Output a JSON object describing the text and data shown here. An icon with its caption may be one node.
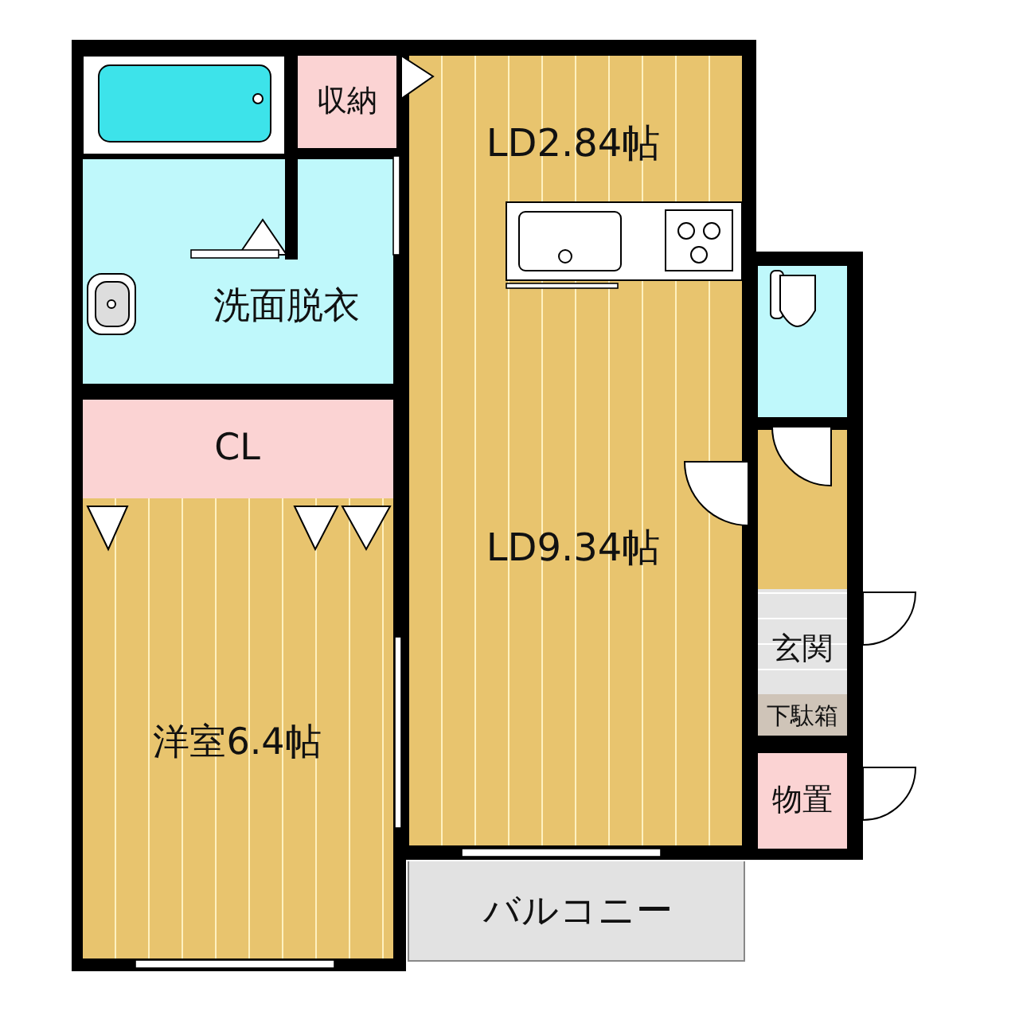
{
  "diagram": {
    "nodes": [
      {
        "text": [
          "収納"
        ]
      },
      {
        "text": [
          "LD2.84帖"
        ]
      },
      {
        "text": [
          "洗面脱衣"
        ]
      },
      {
        "text": [
          "CL"
        ]
      },
      {
        "text": [
          "LD9.34帖"
        ]
      },
      {
        "text": [
          "洋室6.4帖"
        ]
      },
      {
        "text": [
          "玄関"
        ]
      },
      {
        "text": [
          "下駄箱"
        ]
      },
      {
        "text": [
          "物置"
        ]
      },
      {
        "text": [
          "バルコニー"
        ]
      }
    ]
  }
}
